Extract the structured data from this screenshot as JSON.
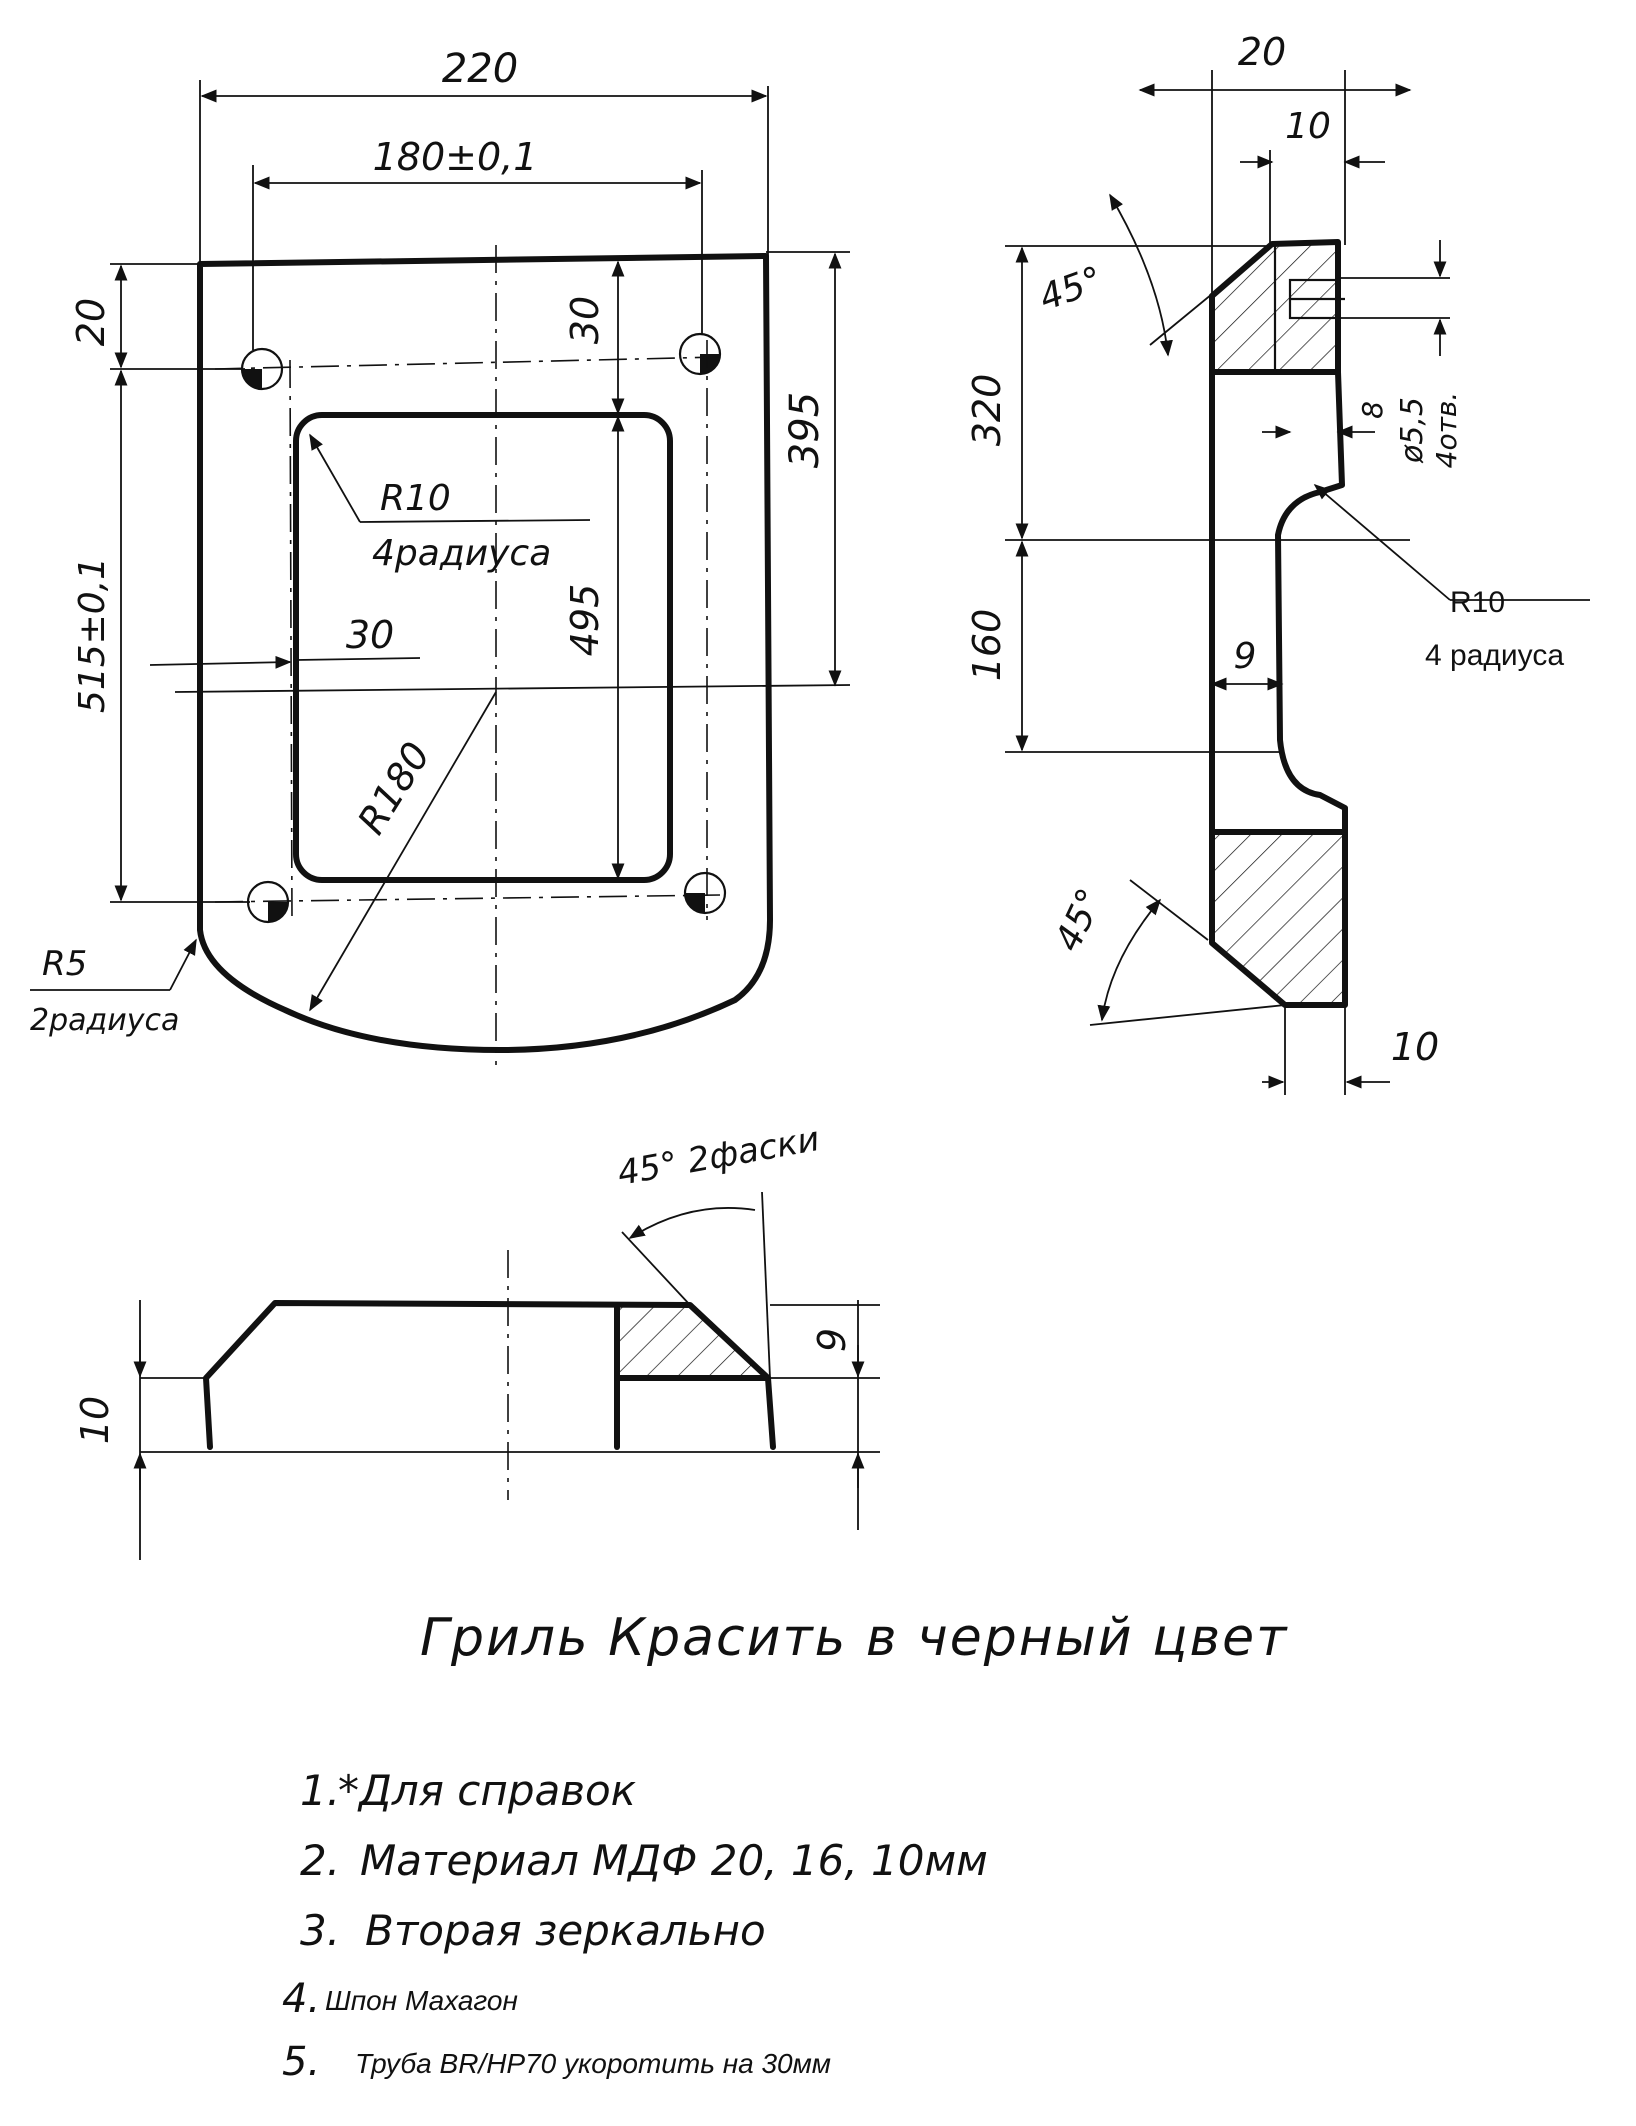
{
  "front_view": {
    "dim_width": "220",
    "dim_hole_spacing": "180±0,1",
    "dim_top_offset": "20",
    "dim_window_top": "30",
    "dim_height_395": "395",
    "dim_window_height": "495",
    "dim_hole_vertical": "515±0,1",
    "dim_window_side": "30",
    "dim_radius_180": "R180",
    "note_r10": "R10",
    "note_r10_count": "4радиуса",
    "note_r5": "R5",
    "note_r5_count": "2радиуса"
  },
  "side_view": {
    "dim_thickness": "20",
    "dim_step": "10",
    "dim_angle_top": "45°",
    "dim_320": "320",
    "dim_160": "160",
    "dim_8": "8",
    "dim_hole": "ø5,5",
    "dim_hole_count": "4отв.",
    "note_r10": "R10",
    "note_r10_count": "4 радиуса",
    "dim_9": "9",
    "dim_angle_bottom": "45°",
    "dim_bottom_10": "10"
  },
  "section_view": {
    "chamfer_note": "45° 2фаски",
    "dim_9": "9",
    "dim_10": "10"
  },
  "paint_note": "Гриль Красить в черный цвет",
  "notes": [
    {
      "num": "1.",
      "text": "*Для справок"
    },
    {
      "num": "2.",
      "text": "Материал МДФ 20, 16, 10мм"
    },
    {
      "num": "3.",
      "text": "Вторая зеркально"
    },
    {
      "num": "4.",
      "text": "Шпон Махагон"
    },
    {
      "num": "5.",
      "text": "Труба BR/HP70 укоротить на 30мм"
    }
  ]
}
